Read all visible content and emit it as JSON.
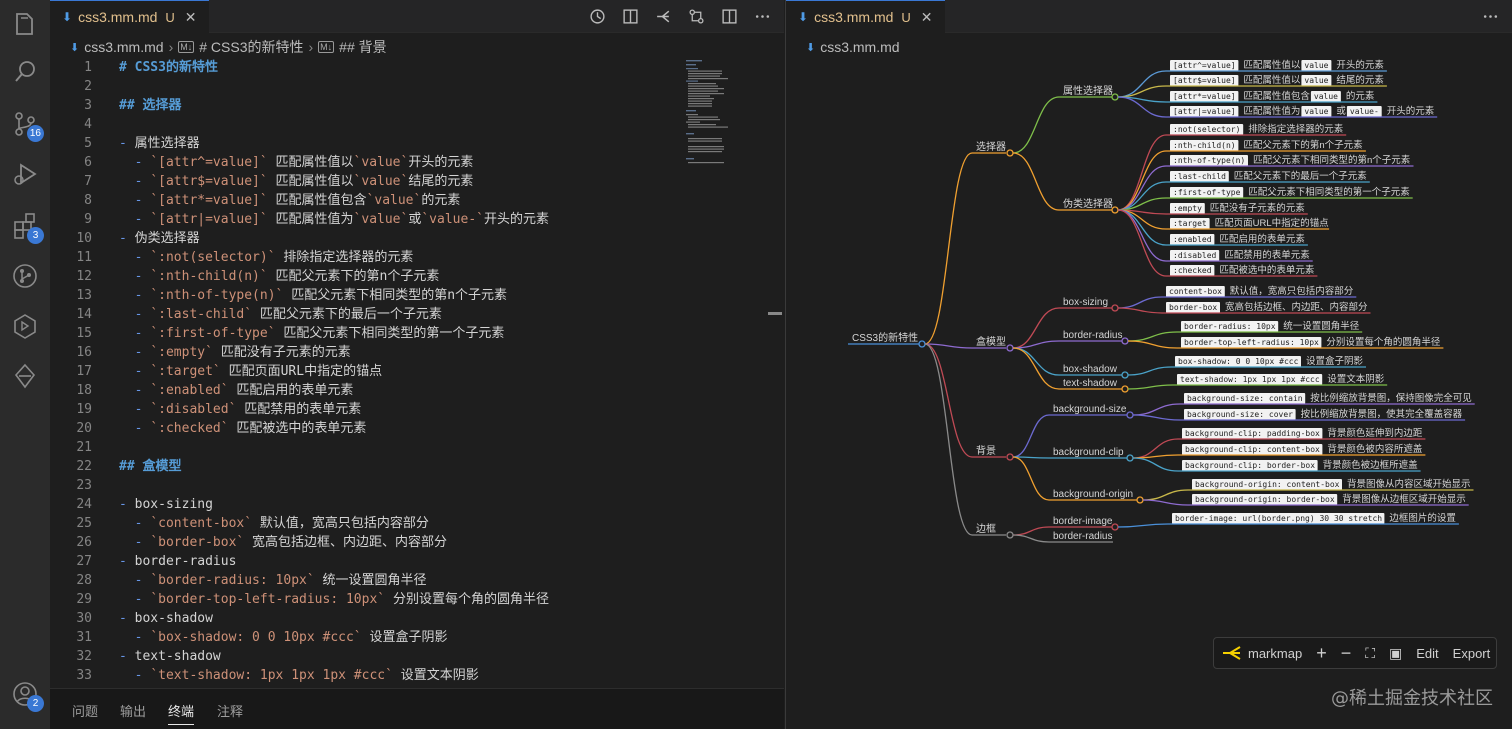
{
  "activity": {
    "scm_badge": "16",
    "extensions_badge": "3",
    "account_badge": "2"
  },
  "left_editor": {
    "tab": {
      "name": "css3.mm.md",
      "status": "U"
    },
    "breadcrumb": {
      "file": "css3.mm.md",
      "h1": "# CSS3的新特性",
      "h2": "## 背景"
    },
    "lines": [
      {
        "n": "1",
        "t": "# CSS3的新特性"
      },
      {
        "n": "2",
        "t": ""
      },
      {
        "n": "3",
        "t": "## 选择器"
      },
      {
        "n": "4",
        "t": ""
      },
      {
        "n": "5",
        "t": "- 属性选择器"
      },
      {
        "n": "6",
        "t": "  - `[attr^=value]` 匹配属性值以`value`开头的元素"
      },
      {
        "n": "7",
        "t": "  - `[attr$=value]` 匹配属性值以`value`结尾的元素"
      },
      {
        "n": "8",
        "t": "  - `[attr*=value]` 匹配属性值包含`value`的元素"
      },
      {
        "n": "9",
        "t": "  - `[attr|=value]` 匹配属性值为`value`或`value-`开头的元素"
      },
      {
        "n": "10",
        "t": "- 伪类选择器"
      },
      {
        "n": "11",
        "t": "  - `:not(selector)` 排除指定选择器的元素"
      },
      {
        "n": "12",
        "t": "  - `:nth-child(n)` 匹配父元素下的第n个子元素"
      },
      {
        "n": "13",
        "t": "  - `:nth-of-type(n)` 匹配父元素下相同类型的第n个子元素"
      },
      {
        "n": "14",
        "t": "  - `:last-child` 匹配父元素下的最后一个子元素"
      },
      {
        "n": "15",
        "t": "  - `:first-of-type` 匹配父元素下相同类型的第一个子元素"
      },
      {
        "n": "16",
        "t": "  - `:empty` 匹配没有子元素的元素"
      },
      {
        "n": "17",
        "t": "  - `:target` 匹配页面URL中指定的锚点"
      },
      {
        "n": "18",
        "t": "  - `:enabled` 匹配启用的表单元素"
      },
      {
        "n": "19",
        "t": "  - `:disabled` 匹配禁用的表单元素"
      },
      {
        "n": "20",
        "t": "  - `:checked` 匹配被选中的表单元素"
      },
      {
        "n": "21",
        "t": ""
      },
      {
        "n": "22",
        "t": "## 盒模型"
      },
      {
        "n": "23",
        "t": ""
      },
      {
        "n": "24",
        "t": "- box-sizing"
      },
      {
        "n": "25",
        "t": "  - `content-box` 默认值，宽高只包括内容部分"
      },
      {
        "n": "26",
        "t": "  - `border-box` 宽高包括边框、内边距、内容部分"
      },
      {
        "n": "27",
        "t": "- border-radius"
      },
      {
        "n": "28",
        "t": "  - `border-radius: 10px` 统一设置圆角半径"
      },
      {
        "n": "29",
        "t": "  - `border-top-left-radius: 10px` 分别设置每个角的圆角半径"
      },
      {
        "n": "30",
        "t": "- box-shadow"
      },
      {
        "n": "31",
        "t": "  - `box-shadow: 0 0 10px #ccc` 设置盒子阴影"
      },
      {
        "n": "32",
        "t": "- text-shadow"
      },
      {
        "n": "33",
        "t": "  - `text-shadow: 1px 1px 1px #ccc` 设置文本阴影"
      }
    ]
  },
  "panel": {
    "tabs": [
      "问题",
      "输出",
      "终端",
      "注释"
    ],
    "active": "终端"
  },
  "right_editor": {
    "tab": {
      "name": "css3.mm.md",
      "status": "U"
    },
    "breadcrumb": "css3.mm.md"
  },
  "markmap": {
    "root": "CSS3的新特性",
    "sections": [
      "选择器",
      "盒模型",
      "背景",
      "边框"
    ],
    "groups": [
      "属性选择器",
      "伪类选择器",
      "box-sizing",
      "border-radius",
      "box-shadow",
      "text-shadow",
      "background-size",
      "background-clip",
      "background-origin",
      "border-image",
      "border-radius"
    ],
    "leaves": [
      {
        "code": "[attr^=value]",
        "desc": "匹配属性值以",
        "code2": "value",
        "desc2": "开头的元素"
      },
      {
        "code": "[attr$=value]",
        "desc": "匹配属性值以",
        "code2": "value",
        "desc2": "结尾的元素"
      },
      {
        "code": "[attr*=value]",
        "desc": "匹配属性值包含",
        "code2": "value",
        "desc2": "的元素"
      },
      {
        "code": "[attr|=value]",
        "desc": "匹配属性值为",
        "code2": "value",
        "desc2": "或",
        "code3": "value-",
        "desc3": "开头的元素"
      },
      {
        "code": ":not(selector)",
        "desc": "排除指定选择器的元素"
      },
      {
        "code": ":nth-child(n)",
        "desc": "匹配父元素下的第n个子元素"
      },
      {
        "code": ":nth-of-type(n)",
        "desc": "匹配父元素下相同类型的第n个子元素"
      },
      {
        "code": ":last-child",
        "desc": "匹配父元素下的最后一个子元素"
      },
      {
        "code": ":first-of-type",
        "desc": "匹配父元素下相同类型的第一个子元素"
      },
      {
        "code": ":empty",
        "desc": "匹配没有子元素的元素"
      },
      {
        "code": ":target",
        "desc": "匹配页面URL中指定的锚点"
      },
      {
        "code": ":enabled",
        "desc": "匹配启用的表单元素"
      },
      {
        "code": ":disabled",
        "desc": "匹配禁用的表单元素"
      },
      {
        "code": ":checked",
        "desc": "匹配被选中的表单元素"
      },
      {
        "code": "content-box",
        "desc": "默认值，宽高只包括内容部分"
      },
      {
        "code": "border-box",
        "desc": "宽高包括边框、内边距、内容部分"
      },
      {
        "code": "border-radius: 10px",
        "desc": "统一设置圆角半径"
      },
      {
        "code": "border-top-left-radius: 10px",
        "desc": "分别设置每个角的圆角半径"
      },
      {
        "code": "box-shadow: 0 0 10px #ccc",
        "desc": "设置盒子阴影"
      },
      {
        "code": "text-shadow: 1px 1px 1px #ccc",
        "desc": "设置文本阴影"
      },
      {
        "code": "background-size: contain",
        "desc": "按比例缩放背景图，保持图像完全可见"
      },
      {
        "code": "background-size: cover",
        "desc": "按比例缩放背景图，使其完全覆盖容器"
      },
      {
        "code": "background-clip: padding-box",
        "desc": "背景颜色延伸到内边距"
      },
      {
        "code": "background-clip: content-box",
        "desc": "背景颜色被内容所遮盖"
      },
      {
        "code": "background-clip: border-box",
        "desc": "背景颜色被边框所遮盖"
      },
      {
        "code": "background-origin: content-box",
        "desc": "背景图像从内容区域开始显示"
      },
      {
        "code": "background-origin: border-box",
        "desc": "背景图像从边框区域开始显示"
      },
      {
        "code": "border-image: url(border.png) 30 30 stretch",
        "desc": "边框图片的设置"
      }
    ],
    "toolbar": {
      "logo": "markmap",
      "edit": "Edit",
      "export": "Export"
    }
  },
  "watermark": "@稀土掘金技术社区",
  "colors": {
    "accent": "#3a78d4",
    "heading": "#569cd6",
    "code": "#ce9178"
  }
}
